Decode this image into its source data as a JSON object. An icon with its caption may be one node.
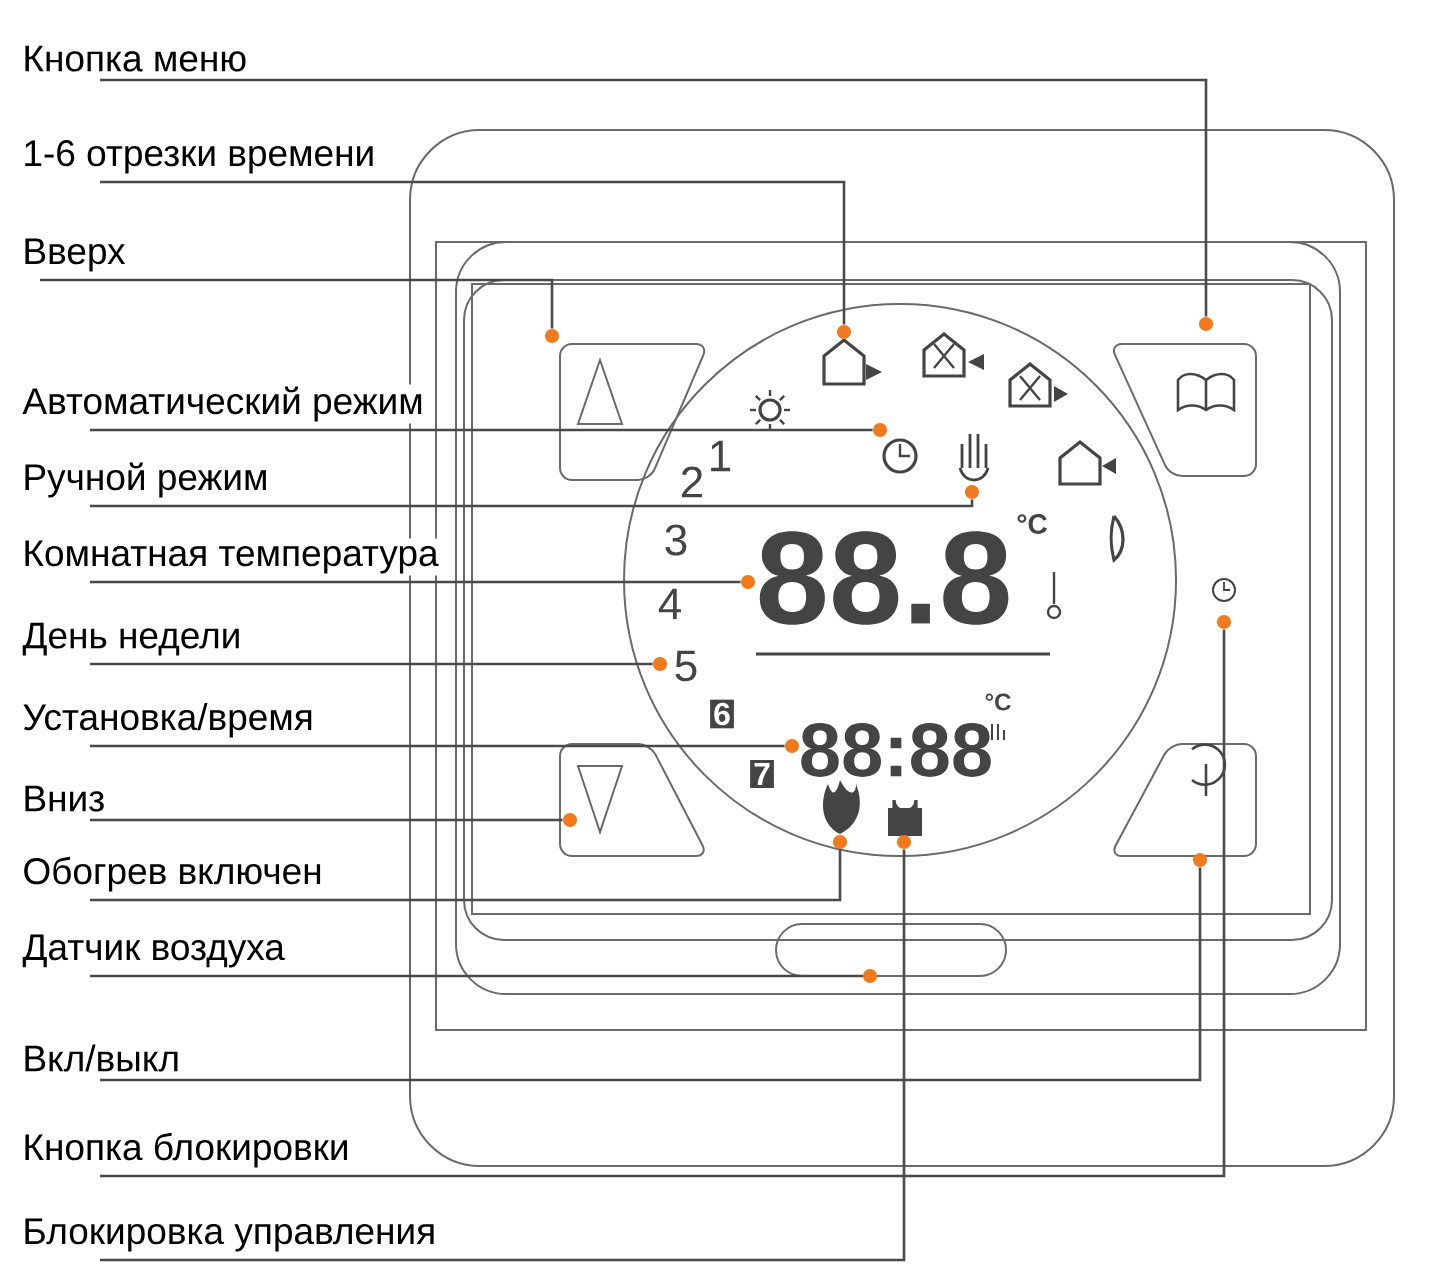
{
  "diagram": {
    "nodes": [
      {
        "text": [
          "Кнопка меню"
        ]
      },
      {
        "text": [
          "1-6 отрезки времени"
        ]
      },
      {
        "text": [
          "Вверх"
        ]
      },
      {
        "text": [
          "Автоматический режим"
        ]
      },
      {
        "text": [
          "Ручной режим"
        ]
      },
      {
        "text": [
          "Комнатная температура"
        ]
      },
      {
        "text": [
          "День недели"
        ]
      },
      {
        "text": [
          "Установка/время"
        ]
      },
      {
        "text": [
          "Вниз"
        ]
      },
      {
        "text": [
          "Обогрев включен"
        ]
      },
      {
        "text": [
          "Датчик воздуха"
        ]
      },
      {
        "text": [
          "Вкл/выкл"
        ]
      },
      {
        "text": [
          "Кнопка блокировки"
        ]
      },
      {
        "text": [
          "Блокировка  управления"
        ]
      },
      {
        "text": [],
        "shape": "circle"
      },
      {
        "text": [],
        "shape": "circle"
      },
      {
        "text": [],
        "shape": "circle"
      },
      {
        "text": [],
        "shape": "circle"
      },
      {
        "text": [],
        "shape": "circle"
      },
      {
        "text": [],
        "shape": "circle"
      },
      {
        "text": [],
        "shape": "circle"
      },
      {
        "text": [],
        "shape": "circle"
      },
      {
        "text": [],
        "shape": "circle"
      },
      {
        "text": [],
        "shape": "circle"
      },
      {
        "text": [],
        "shape": "circle"
      },
      {
        "text": [],
        "shape": "circle"
      },
      {
        "text": [],
        "shape": "circle"
      },
      {
        "text": [],
        "shape": "circle"
      }
    ],
    "edges": [
      {
        "from": 0,
        "to": 14,
        "arrow": "none"
      },
      {
        "from": 1,
        "to": 15,
        "arrow": "none"
      },
      {
        "from": 2,
        "to": 16,
        "arrow": "none"
      },
      {
        "from": 3,
        "to": 17,
        "arrow": "none"
      },
      {
        "from": 4,
        "to": 18,
        "arrow": "none"
      },
      {
        "from": 5,
        "to": 19,
        "arrow": "none"
      },
      {
        "from": 6,
        "to": 20,
        "arrow": "none"
      },
      {
        "from": 7,
        "to": 21,
        "arrow": "none"
      },
      {
        "from": 8,
        "to": 22,
        "arrow": "none"
      },
      {
        "from": 9,
        "to": 23,
        "arrow": "none"
      },
      {
        "from": 10,
        "to": 24,
        "arrow": "none"
      },
      {
        "from": 11,
        "to": 25,
        "arrow": "none"
      },
      {
        "from": 12,
        "to": 26,
        "arrow": "none"
      },
      {
        "from": 13,
        "to": 27,
        "arrow": "none"
      }
    ],
    "labels": [
      "1",
      "2",
      "3",
      "4",
      "5",
      "6",
      "7",
      "88.8",
      "°C",
      "88:88",
      "°C"
    ]
  }
}
